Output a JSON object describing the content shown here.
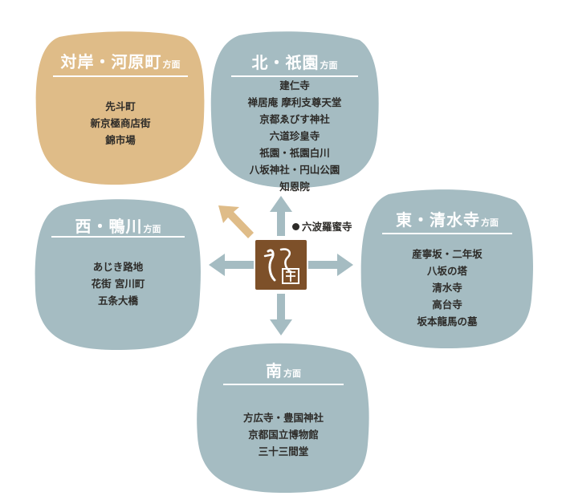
{
  "landmark": {
    "label": "六波羅蜜寺",
    "icon": "dot-marker-icon"
  },
  "hub": {
    "name": "logo-seal-icon",
    "color": "#7d5029"
  },
  "colors": {
    "slate": "#a5bcc2",
    "sand": "#dfbc88",
    "arrow_slate": "#a5bcc2",
    "arrow_sand": "#dfbc88",
    "text_dark": "#2d2b28"
  },
  "areas": {
    "northwest": {
      "title": "対岸・河原町",
      "suffix": "方面",
      "items": [
        "先斗町",
        "新京極商店街",
        "錦市場"
      ]
    },
    "north": {
      "title": "北・祇園",
      "suffix": "方面",
      "items": [
        "建仁寺",
        "禅居庵 摩利支尊天堂",
        "京都ゑびす神社",
        "六道珍皇寺",
        "祇園・祇園白川",
        "八坂神社・円山公園",
        "知恩院"
      ]
    },
    "west": {
      "title": "西・鴨川",
      "suffix": "方面",
      "items": [
        "あじき路地",
        "花街 宮川町",
        "五条大橋"
      ]
    },
    "east": {
      "title": "東・清水寺",
      "suffix": "方面",
      "items": [
        "産寧坂・二年坂",
        "八坂の塔",
        "清水寺",
        "高台寺",
        "坂本龍馬の墓"
      ]
    },
    "south": {
      "title": "南",
      "suffix": "方面",
      "items": [
        "方広寺・豊国神社",
        "京都国立博物館",
        "三十三間堂"
      ]
    }
  }
}
